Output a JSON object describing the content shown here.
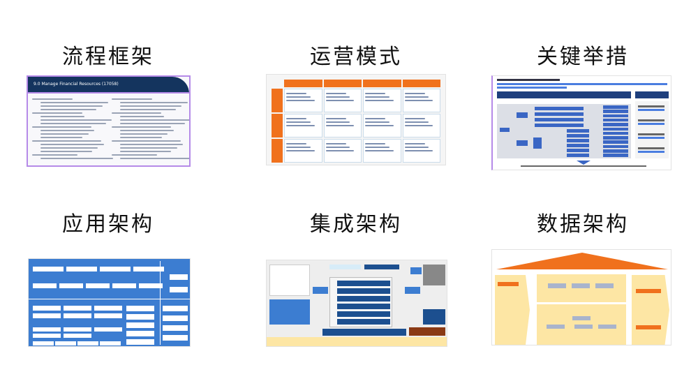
{
  "sections": [
    {
      "title": "流程框架",
      "thumbnail_heading": "9.0  Manage Financial Resources (17058)"
    },
    {
      "title": "运营模式"
    },
    {
      "title": "关键举措"
    },
    {
      "title": "应用架构"
    },
    {
      "title": "集成架构"
    },
    {
      "title": "数据架构"
    }
  ],
  "colors": {
    "orange": "#f0711d",
    "navy": "#14345e",
    "blue": "#3c7dd1",
    "purple": "#b58ae8",
    "yellow": "#fde6a4"
  }
}
